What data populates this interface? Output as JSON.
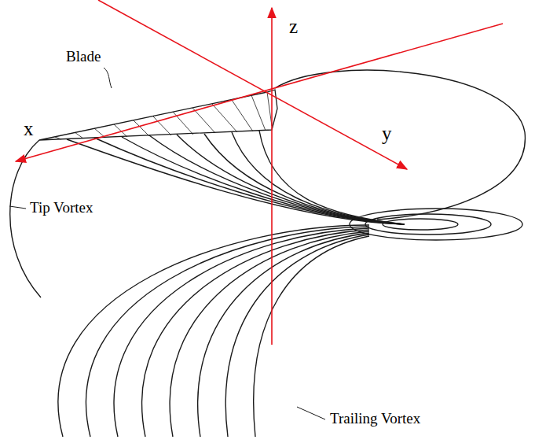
{
  "diagram": {
    "labels": [
      "z",
      "Blade",
      "x",
      "y",
      "Tip Vortex",
      "Trailing Vortex"
    ]
  }
}
